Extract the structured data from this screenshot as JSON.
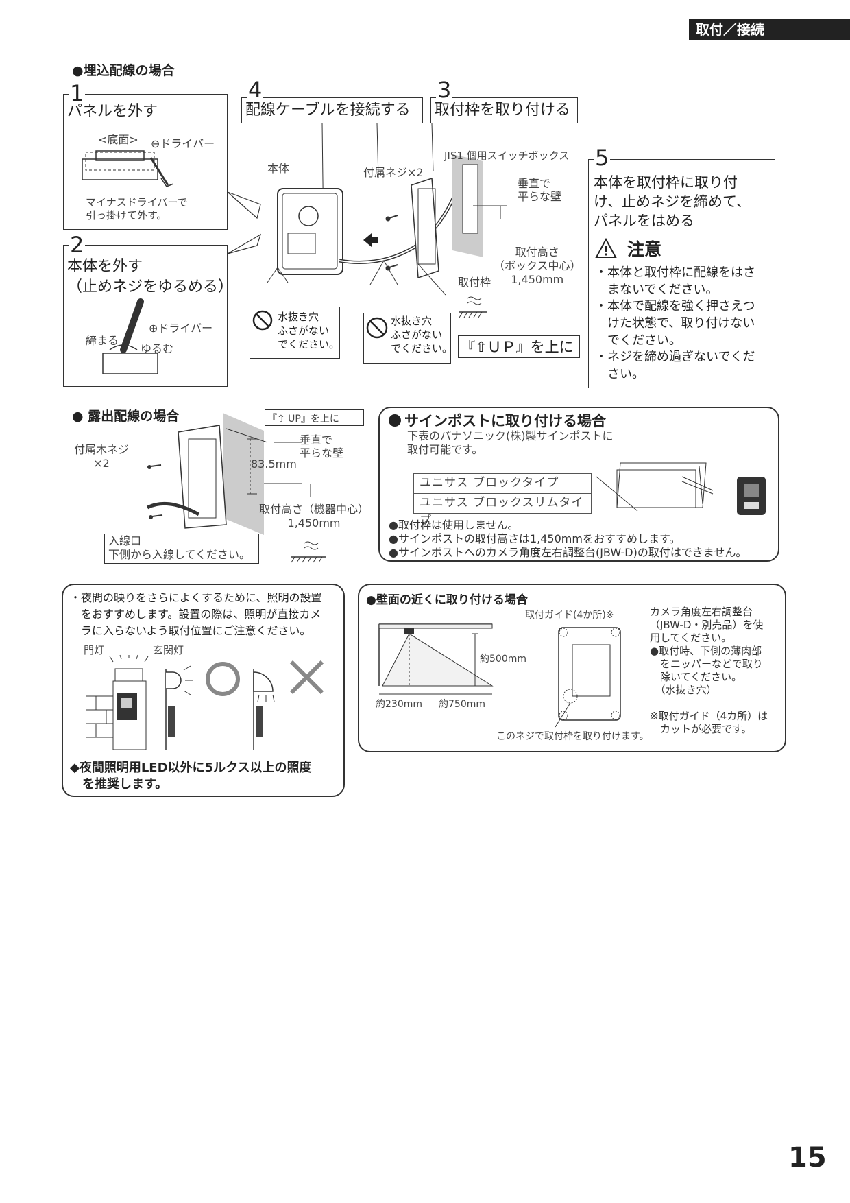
{
  "header": {
    "tab": "取付／接続"
  },
  "page_number": "15",
  "embedded": {
    "title": "●埋込配線の場合",
    "step1": {
      "num": "1",
      "title": "パネルを外す",
      "label_bottom": "<底面>",
      "label_driver": "⊖ドライバー",
      "caption": "マイナスドライバーで\n引っ掛けて外す。"
    },
    "step2": {
      "num": "2",
      "title": "本体を外す\n（止めネジをゆるめる）",
      "label_driver": "⊕ドライバー",
      "label_tighten": "締まる",
      "label_loosen": "ゆるむ"
    },
    "step4": {
      "num": "4",
      "title": "配線ケーブルを接続する"
    },
    "step3": {
      "num": "3",
      "title": "取付枠を取り付ける"
    },
    "step5": {
      "num": "5",
      "title": "本体を取付枠に取り付\nけ、止めネジを締めて、\nパネルをはめる",
      "caution_title": "注意",
      "cautions": [
        "・本体と取付枠に配線をはさ\n　まないでください。",
        "・本体で配線を強く押さえつ\n　けた状態で、取り付けない\n　でください。",
        "・ネジを締め過ぎないでくだ\n　さい。"
      ]
    },
    "labels": {
      "body": "本体",
      "screw": "付属ネジ×2",
      "switchbox": "JIS1 個用スイッチボックス",
      "wall": "垂直で\n平らな壁",
      "height": "取付高さ\n（ボックス中心）\n1,450mm",
      "frame": "取付枠",
      "drain1": "水抜き穴\nふさがない\nでください。",
      "drain2": "水抜き穴\nふさがない\nでください。",
      "up": "『⇧ＵＰ』を上に"
    }
  },
  "exposed": {
    "title": "● 露出配線の場合",
    "up": "『⇧ UP』を上に",
    "screw": "付属木ネジ\n×2",
    "wall": "垂直で\n平らな壁",
    "dim": "83.5mm",
    "height": "取付高さ（機器中心）\n1,450mm",
    "inlet": "入線口\n下側から入線してください。"
  },
  "signpost": {
    "title": "サインポストに取り付ける場合",
    "intro": "下表のパナソニック(株)製サインポストに\n取付可能です。",
    "table": [
      "ユニサス ブロックタイプ",
      "ユニサス ブロックスリムタイプ"
    ],
    "notes": [
      "●取付枠は使用しません。",
      "●サインポストの取付高さは1,450mmをおすすめします。",
      "●サインポストへのカメラ角度左右調整台(JBW-D)の取付はできません。"
    ]
  },
  "lighting": {
    "text": "・夜間の映りをさらによくするために、照明の設置\n　をおすすめします。設置の際は、照明が直接カメ\n　ラに入らないよう取付位置にご注意ください。",
    "gate_light": "門灯",
    "entrance_light": "玄関灯",
    "footer": "◆夜間照明用LED以外に5ルクス以上の照度\n　を推奨します。"
  },
  "wallnear": {
    "title": "●壁面の近くに取り付ける場合",
    "guide": "取付ガイド(4か所)※",
    "dim_height": "約500mm",
    "dim_left": "約230mm",
    "dim_right": "約750mm",
    "screw_note": "このネジで取付枠を取り付けます。",
    "side_text": "カメラ角度左右調整台\n（JBW-D・別売品）を使\n用してください。\n●取付時、下側の薄肉部\n　をニッパーなどで取り\n　除いてください。\n　（水抜き穴）\n\n※取付ガイド（4カ所）は\n　カットが必要です。"
  }
}
